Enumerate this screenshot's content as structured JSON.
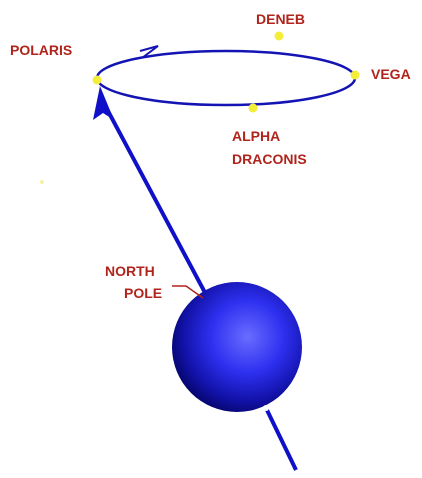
{
  "labels": {
    "polaris": "POLARIS",
    "deneb": "DENEB",
    "vega": "VEGA",
    "alpha_line1": "ALPHA",
    "alpha_line2": "DRACONIS",
    "north_line1": "NORTH",
    "north_line2": "POLE"
  },
  "colors": {
    "axis": "#1010c8",
    "orbit": "#1414b4",
    "star": "#f4ee3a",
    "label": "#b0241c",
    "earth_light": "#5a5cff",
    "earth_dark": "#05056a"
  },
  "icons": {
    "star_markers": "yellow-dot-icon",
    "precession_direction": "arrowhead-icon",
    "earth": "sphere-icon"
  }
}
